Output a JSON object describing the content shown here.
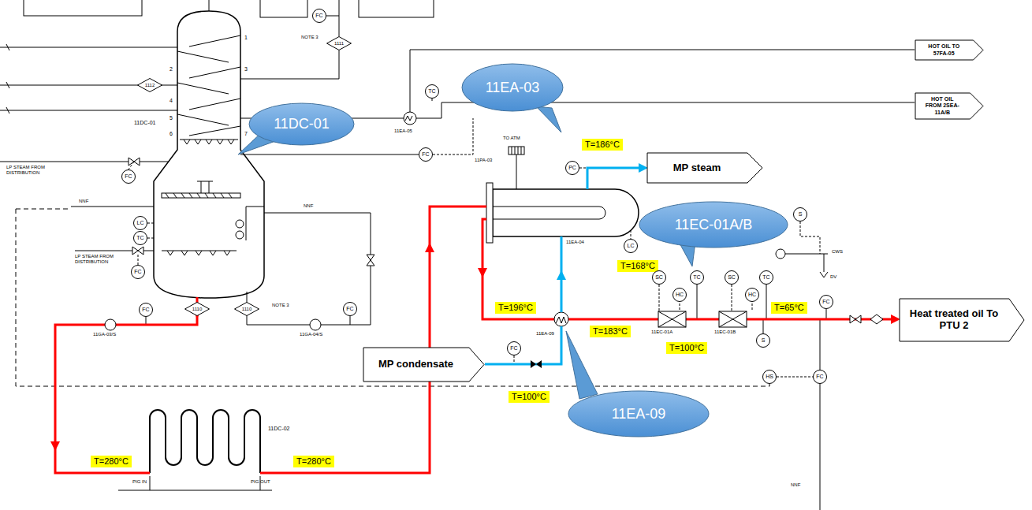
{
  "diagram": {
    "nodes": [
      {
        "text": [
          "11DC-01"
        ]
      },
      {
        "text": [
          "11EA-03"
        ]
      },
      {
        "text": [
          "11EC-01A/B"
        ]
      },
      {
        "text": [
          "11EA-09"
        ]
      },
      {
        "text": [
          "MP steam"
        ]
      },
      {
        "text": [
          "MP condensate"
        ]
      },
      {
        "text": [
          "Heat treated oil To PTU 2"
        ]
      },
      {
        "text": [
          "HOT OIL TO 57FA-05"
        ]
      },
      {
        "text": [
          "HOT OIL FROM 2SEA-11A/B"
        ]
      },
      {
        "text": [
          "T=186°C"
        ]
      },
      {
        "text": [
          "T=168°C"
        ]
      },
      {
        "text": [
          "T=196°C"
        ]
      },
      {
        "text": [
          "T=183°C"
        ]
      },
      {
        "text": [
          "T=100°C"
        ]
      },
      {
        "text": [
          "T=65°C"
        ]
      },
      {
        "text": [
          "T=100°C"
        ]
      },
      {
        "text": [
          "T=280°C"
        ]
      },
      {
        "text": [
          "T=280°C"
        ]
      },
      {
        "text": [
          "FC"
        ]
      },
      {
        "text": [
          "FC"
        ]
      },
      {
        "text": [
          "LC"
        ]
      },
      {
        "text": [
          "TC"
        ]
      },
      {
        "text": [
          "FC"
        ]
      },
      {
        "text": [
          "FC"
        ]
      },
      {
        "text": [
          "FC"
        ]
      },
      {
        "text": [
          "TC"
        ]
      },
      {
        "text": [
          "FC"
        ]
      },
      {
        "text": [
          "PC"
        ]
      },
      {
        "text": [
          "LC"
        ]
      },
      {
        "text": [
          "FC"
        ]
      },
      {
        "text": [
          "SC"
        ]
      },
      {
        "text": [
          "HC"
        ]
      },
      {
        "text": [
          "TC"
        ]
      },
      {
        "text": [
          "SC"
        ]
      },
      {
        "text": [
          "HC"
        ]
      },
      {
        "text": [
          "TC"
        ]
      },
      {
        "text": [
          "S"
        ]
      },
      {
        "text": [
          "S"
        ]
      },
      {
        "text": [
          "FC"
        ]
      },
      {
        "text": [
          "HS"
        ]
      },
      {
        "text": [
          "FC"
        ]
      },
      {
        "text": [
          "1112"
        ]
      },
      {
        "text": [
          "1111"
        ]
      },
      {
        "text": [
          "1110"
        ]
      },
      {
        "text": [
          "1110"
        ]
      }
    ],
    "labels": [
      "11DC-01",
      "LP STEAM FROM DISTRIBUTION",
      "LP STEAM FROM DISTRIBUTION",
      "NNF",
      "NNF",
      "NNF",
      "11GA-03/S",
      "11GA-04/S",
      "NOTE 3",
      "NOTE 3",
      "11EA-05",
      "TO ATM",
      "11PA-03",
      "11EA-04",
      "11EA-09",
      "11EC-01A",
      "11EC-01B",
      "CWS",
      "DV",
      "11DC-02",
      "PIG IN",
      "PIG OUT",
      "1",
      "2",
      "3",
      "4",
      "5",
      "6",
      "7"
    ]
  }
}
